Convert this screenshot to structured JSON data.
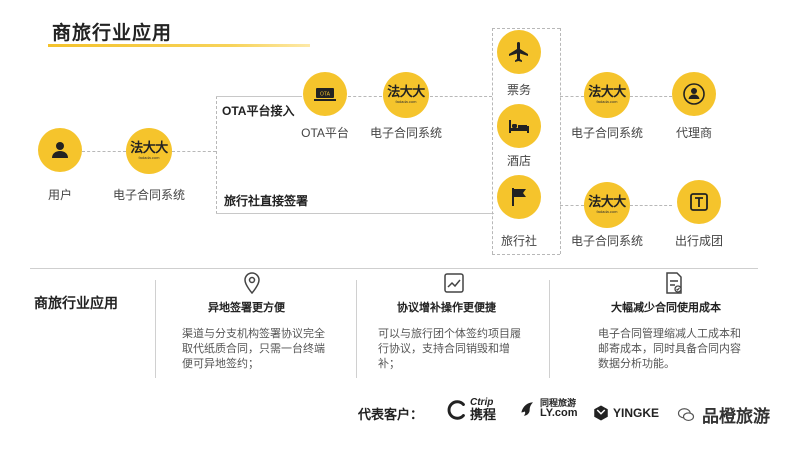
{
  "title": "商旅行业应用",
  "logo": {
    "main": "法大大",
    "sub": "fadada.com"
  },
  "diagram": {
    "user_label": "用户",
    "contract_label": "电子合同系统",
    "route_ota": "OTA平台接入",
    "route_direct": "旅行社直接签署",
    "ota_icon_text": "OTA",
    "ota_label": "OTA平台",
    "ota_contract_label": "电子合同系统",
    "ticket_label": "票务",
    "hotel_label": "酒店",
    "agency_label": "旅行社",
    "top_contract_label": "电子合同系统",
    "agent_label": "代理商",
    "bottom_contract_label": "电子合同系统",
    "group_label": "出行成团"
  },
  "section": {
    "title": "商旅行业应用",
    "columns": [
      {
        "icon": "location-pin-icon",
        "heading": "异地签署更方便",
        "text": "渠道与分支机构签署协议完全取代纸质合同，只需一台终端便可异地签约；"
      },
      {
        "icon": "chart-trend-icon",
        "heading": "协议增补操作更便捷",
        "text": "可以与旅行团个体签约项目履行协议，支持合同销毁和增补；"
      },
      {
        "icon": "document-check-icon",
        "heading": "大幅减少合同使用成本",
        "text": "电子合同管理缩减人工成本和邮寄成本，同时具备合同内容数据分析功能。"
      }
    ]
  },
  "clients": {
    "label": "代表客户：",
    "items": [
      {
        "name": "ctrip",
        "text_top": "Ctrip",
        "text_bottom": "携程"
      },
      {
        "name": "ly",
        "text_top": "同程旅游",
        "text_bottom": "LY.com"
      },
      {
        "name": "yingke",
        "text": "YINGKE"
      }
    ]
  },
  "brand": "品橙旅游",
  "colors": {
    "accent": "#f5c42c",
    "text": "#333333",
    "line": "#b8b8b8"
  }
}
